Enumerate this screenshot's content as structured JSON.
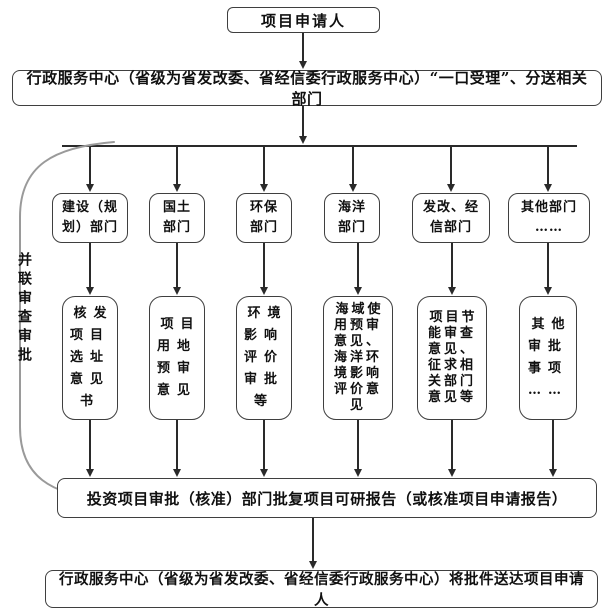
{
  "colors": {
    "line": "#2a2a2a",
    "border": "#3f3f3f",
    "text": "#101010",
    "bracket": "#9a9a9a",
    "background": "#ffffff"
  },
  "title_box": "项目申请人",
  "intake_box": "行政服务中心（省级为省发改委、省经信委行政服务中心）“一口受理”、分送相关部门",
  "side_label": "并联审查审批",
  "columns": [
    {
      "dept": "建设（规\n划）部门",
      "item": "核发\n项目\n选址\n意见\n书"
    },
    {
      "dept": "国土\n部门",
      "item": "项目\n用地\n预审\n意见"
    },
    {
      "dept": "环保\n部门",
      "item": "环境\n影响\n评价\n审批\n等"
    },
    {
      "dept": "海洋\n部门",
      "item": "海域使\n用预审\n意见、\n海洋环\n境影响\n评价意\n见"
    },
    {
      "dept": "发改、经\n信部门",
      "item": "项目节\n能审查\n意见、\n征求相\n关部门\n意见等"
    },
    {
      "dept": "其他部门\n……",
      "item": "其他\n审批\n事项\n……"
    }
  ],
  "approval_box": "投资项目审批（核准）部门批复项目可研报告（或核准项目申请报告）",
  "delivery_box": "行政服务中心（省级为省发改委、省经信委行政服务中心）将批件送达项目申请人"
}
